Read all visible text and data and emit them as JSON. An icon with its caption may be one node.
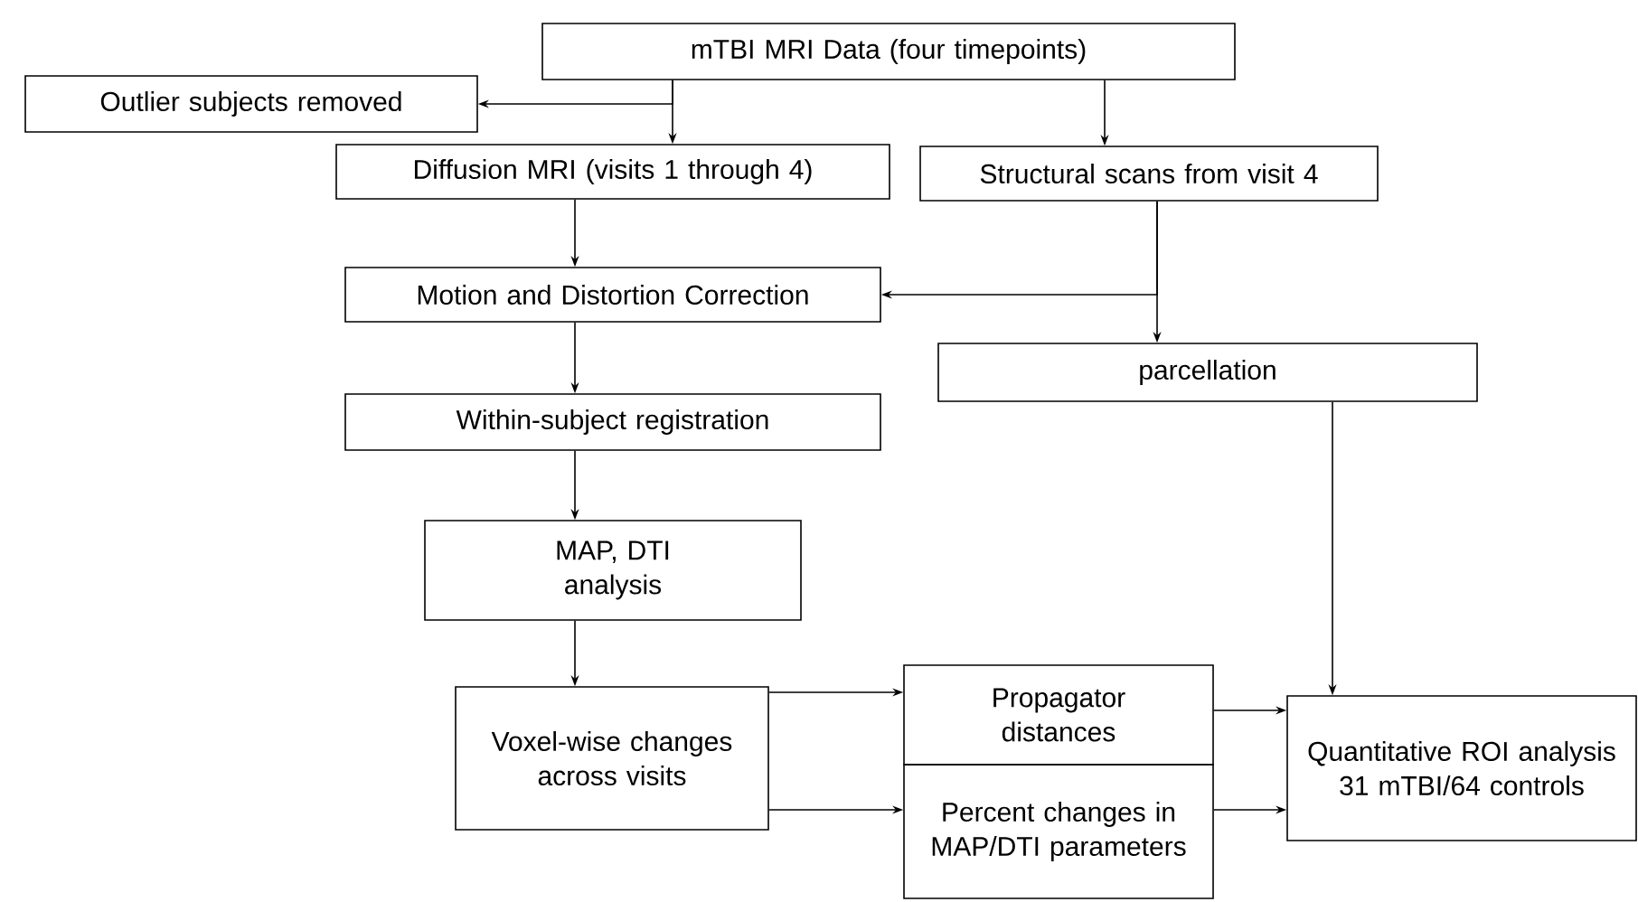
{
  "diagram": {
    "nodes": [
      {
        "text": [
          "mTBI MRI Data (four timepoints)"
        ]
      },
      {
        "text": [
          "Outlier subjects removed"
        ]
      },
      {
        "text": [
          "Diffusion MRI (visits 1 through 4)"
        ]
      },
      {
        "text": [
          "Structural scans from visit 4"
        ]
      },
      {
        "text": [
          "Motion and Distortion Correction"
        ]
      },
      {
        "text": [
          "parcellation"
        ]
      },
      {
        "text": [
          "Within-subject registration"
        ]
      },
      {
        "text": [
          "MAP, DTI analysis"
        ]
      },
      {
        "text": [
          "Voxel-wise changes across visits"
        ]
      },
      {
        "text": [
          "Propagator distances"
        ]
      },
      {
        "text": [
          "Percent changes in MAP/DTI parameters"
        ]
      },
      {
        "text": [
          "Quantitative ROI analysis",
          "31 mTBI/64 controls"
        ]
      }
    ],
    "edges": [
      {
        "from": 0,
        "to": 1,
        "arrow": "to"
      },
      {
        "from": 0,
        "to": 2,
        "arrow": "to"
      },
      {
        "from": 0,
        "to": 3,
        "arrow": "to"
      },
      {
        "from": 2,
        "to": 4,
        "arrow": "to"
      },
      {
        "from": 3,
        "to": 4,
        "arrow": "to"
      },
      {
        "from": 3,
        "to": 5,
        "arrow": "to"
      },
      {
        "from": 4,
        "to": 6,
        "arrow": "to"
      },
      {
        "from": 6,
        "to": 7,
        "arrow": "to"
      },
      {
        "from": 7,
        "to": 8,
        "arrow": "to"
      },
      {
        "from": 5,
        "to": 11,
        "arrow": "to"
      },
      {
        "from": 8,
        "to": 9,
        "arrow": "to"
      },
      {
        "from": 8,
        "to": 10,
        "arrow": "to"
      },
      {
        "from": 9,
        "to": 11,
        "arrow": "to"
      },
      {
        "from": 10,
        "to": 11,
        "arrow": "to"
      }
    ]
  }
}
